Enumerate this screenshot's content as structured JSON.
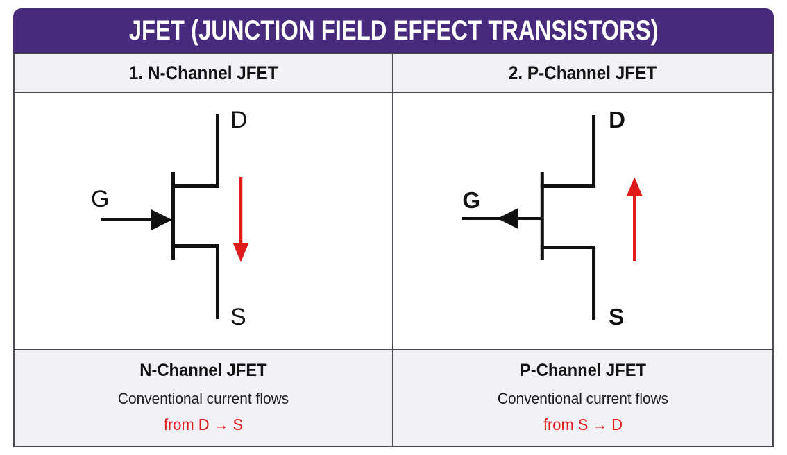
{
  "header": {
    "title": "JFET (JUNCTION FIELD EFFECT TRANSISTORS)"
  },
  "colors": {
    "header_purple": "#482a7d",
    "cell_background": "#f2f1f6",
    "diagram_background": "#ffffff",
    "table_border": "#4b4952",
    "symbol_black": "#111111",
    "current_red": "#e01b1b",
    "title_text": "#ffffff"
  },
  "columns": [
    {
      "id": "n-channel",
      "header_label": "1. N-Channel JFET",
      "terminals": {
        "gate": "G",
        "drain": "D",
        "source": "S"
      },
      "gate_arrow": "points into gate bar (rightward)",
      "current_arrow": "downward red arrow beside channel",
      "caption": {
        "title": "N-Channel JFET",
        "line": "Conventional current flows",
        "flow": "from D → S"
      }
    },
    {
      "id": "p-channel",
      "header_label": "2. P-Channel JFET",
      "terminals": {
        "gate": "G",
        "drain": "D",
        "source": "S"
      },
      "gate_arrow": "points away from gate bar (leftward)",
      "current_arrow": "upward red arrow beside channel",
      "caption": {
        "title": "P-Channel JFET",
        "line": "Conventional current flows",
        "flow": "from S → D"
      }
    }
  ]
}
